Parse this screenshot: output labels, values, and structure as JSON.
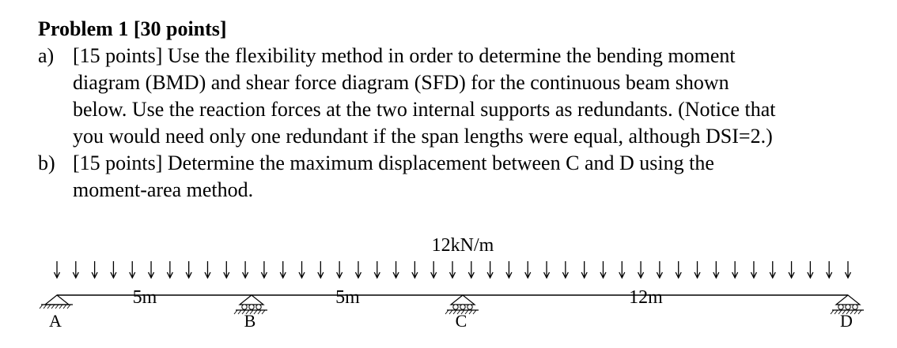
{
  "problem": {
    "heading": "Problem 1 [30 points]",
    "items": [
      {
        "marker": "a)",
        "lines": [
          "[15 points] Use the flexibility method in order to determine the bending moment",
          "diagram (BMD) and shear force diagram (SFD) for the continuous beam shown",
          "below. Use the reaction forces at the two internal supports as redundants. (Notice that",
          "you would need only one redundant if the span lengths were equal, although DSI=2.)"
        ]
      },
      {
        "marker": "b)",
        "lines": [
          "[15 points] Determine the maximum displacement between C and D using the",
          "moment-area method."
        ]
      }
    ]
  },
  "figure": {
    "load_label": "12kN/m",
    "spans": [
      {
        "label": "5m",
        "length_m": 5
      },
      {
        "label": "5m",
        "length_m": 5
      },
      {
        "label": "12m",
        "length_m": 12
      }
    ],
    "supports": [
      {
        "label": "A",
        "type": "pin"
      },
      {
        "label": "B",
        "type": "roller"
      },
      {
        "label": "C",
        "type": "roller"
      },
      {
        "label": "D",
        "type": "roller"
      }
    ]
  }
}
